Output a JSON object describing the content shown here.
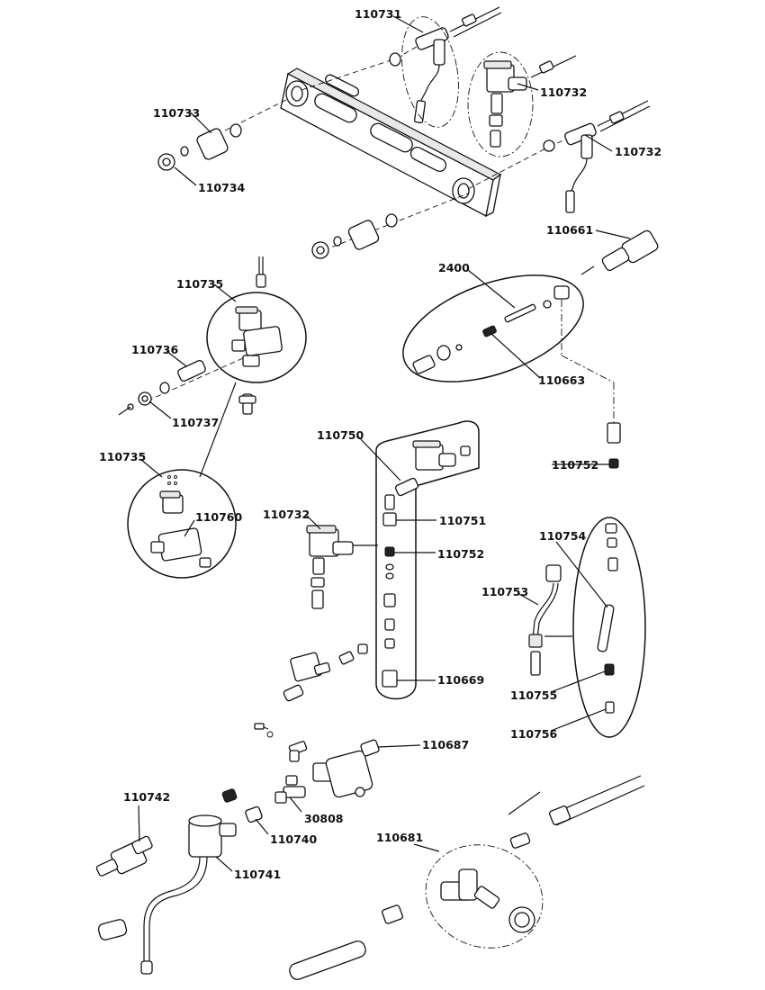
{
  "labels": {
    "l1": "110731",
    "l2": "110732",
    "l3": "110733",
    "l4": "110732",
    "l5": "110734",
    "l6": "110661",
    "l7": "110735",
    "l8": "2400",
    "l9": "110736",
    "l10": "110663",
    "l11": "110737",
    "l12": "110735",
    "l13": "110750",
    "l14": "110752",
    "l15": "110760",
    "l16": "110732",
    "l17": "110751",
    "l18": "110752",
    "l19": "110754",
    "l20": "110753",
    "l21": "110669",
    "l22": "110755",
    "l23": "110756",
    "l24": "110687",
    "l25": "110742",
    "l26": "30808",
    "l27": "110740",
    "l28": "110681",
    "l29": "110741"
  },
  "icons": {
    "manifold": "front-panel-manifold-icon",
    "solenoid": "solenoid-valve-icon",
    "cartridge": "heating-cartridge-icon",
    "tube": "tube-icon",
    "fitting": "fitting-icon"
  }
}
